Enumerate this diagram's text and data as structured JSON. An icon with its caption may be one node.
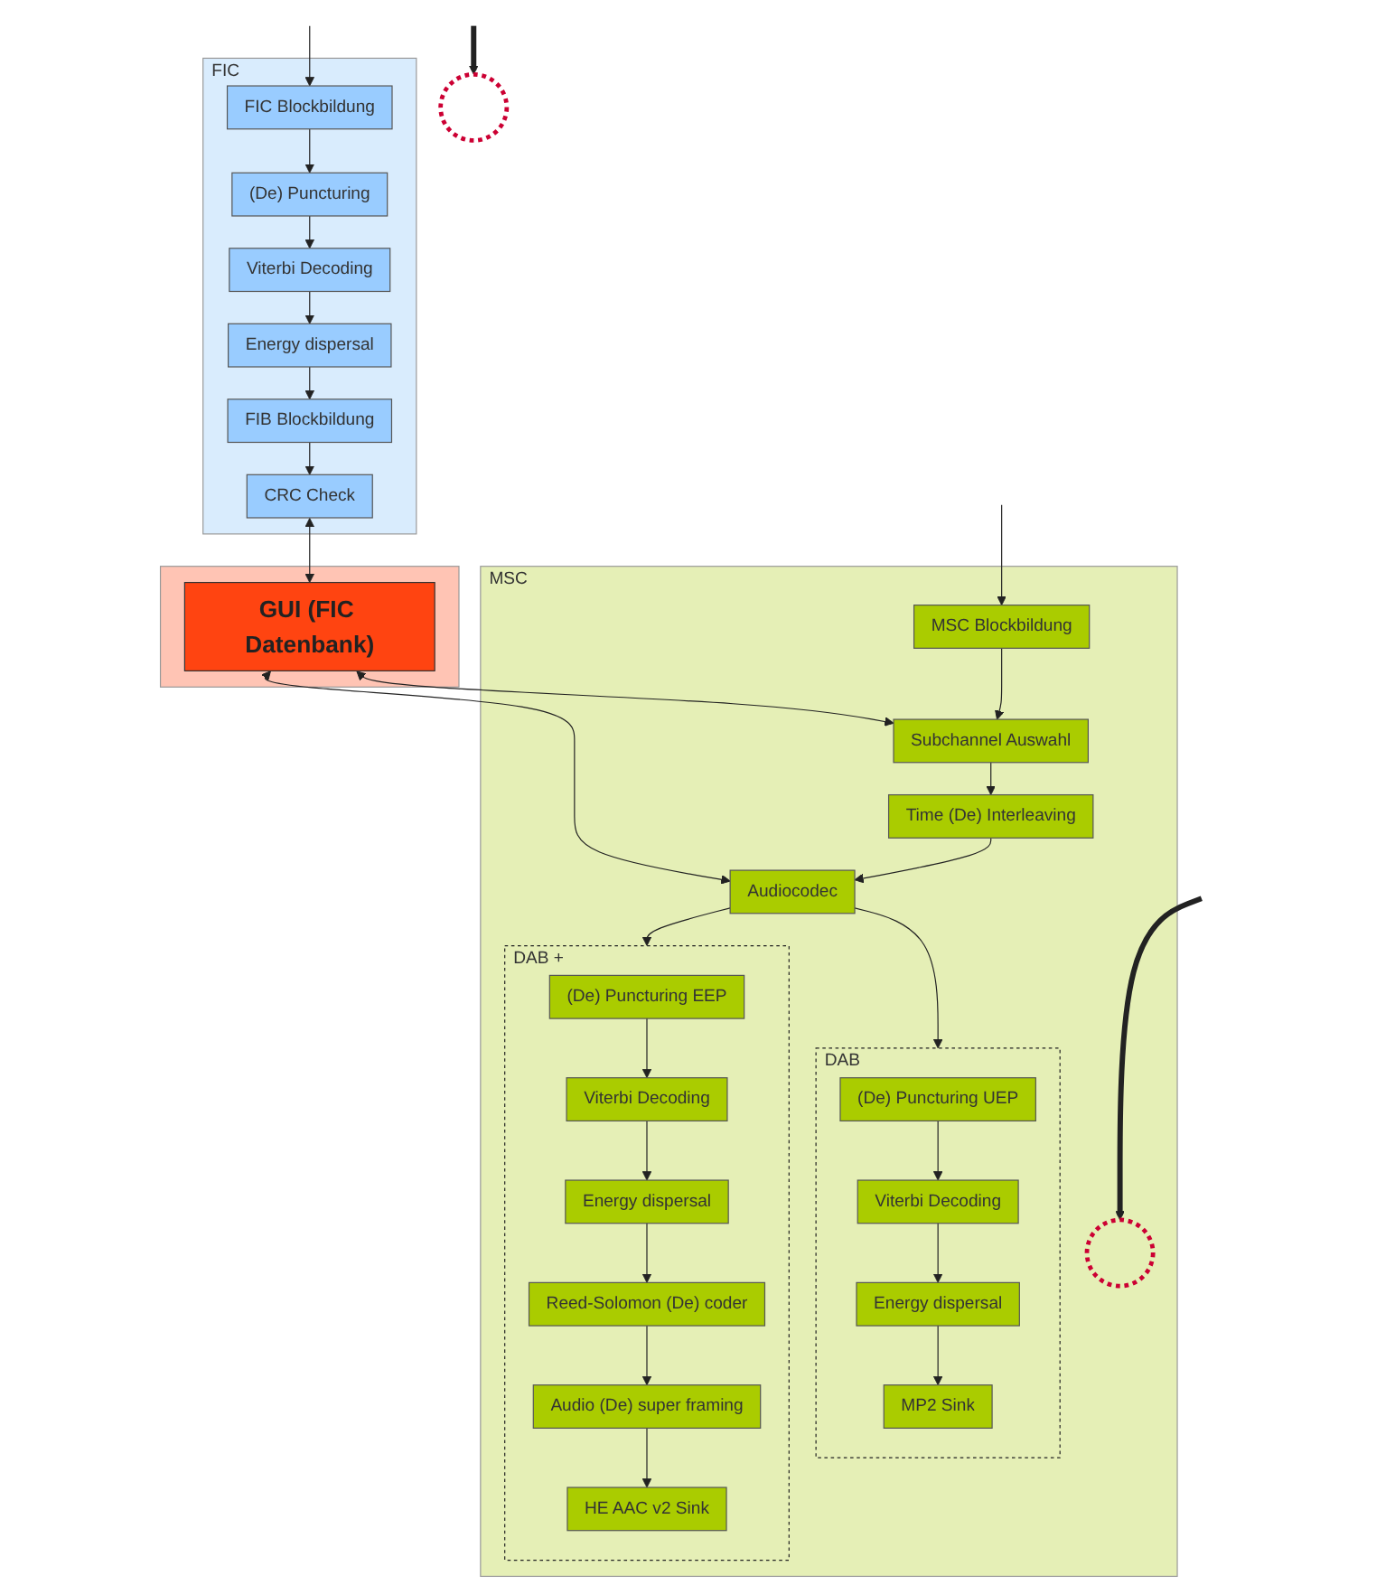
{
  "diagram": {
    "nodes": [
      {
        "text": [
          "FIC"
        ]
      },
      {
        "text": [
          "FIC Blockbildung"
        ],
        "in": 0
      },
      {
        "text": [
          "(De) Puncturing"
        ],
        "in": 0
      },
      {
        "text": [
          "Viterbi Decoding"
        ],
        "in": 0
      },
      {
        "text": [
          "Energy dispersal"
        ],
        "in": 0
      },
      {
        "text": [
          "FIB Blockbildung"
        ],
        "in": 0
      },
      {
        "text": [
          "CRC Check"
        ],
        "in": 0
      },
      {
        "text": [],
        "shape": "circle"
      },
      {
        "text": [],
        "shape": "band"
      },
      {
        "text": [
          "GUI (FIC Datenbank)"
        ],
        "in": 8
      },
      {
        "text": [
          "MSC"
        ]
      },
      {
        "text": [
          "MSC Blockbildung"
        ],
        "in": 10
      },
      {
        "text": [
          "Subchannel Auswahl"
        ],
        "in": 10
      },
      {
        "text": [
          "Time (De) Interleaving"
        ],
        "in": 10
      },
      {
        "text": [
          "Audiocodec"
        ],
        "in": 10
      },
      {
        "text": [
          "DAB"
        ],
        "in": 10
      },
      {
        "text": [
          "(De) Puncturing UEP"
        ],
        "in": 15
      },
      {
        "text": [
          "Viterbi Decoding"
        ],
        "in": 15
      },
      {
        "text": [
          "Energy dispersal"
        ],
        "in": 15
      },
      {
        "text": [
          "MP2 Sink"
        ],
        "in": 15
      },
      {
        "text": [
          "DAB +"
        ],
        "in": 10
      },
      {
        "text": [
          "(De) Puncturing EEP"
        ],
        "in": 20
      },
      {
        "text": [
          "Viterbi Decoding"
        ],
        "in": 20
      },
      {
        "text": [
          "Energy dispersal"
        ],
        "in": 20
      },
      {
        "text": [
          "Reed-Solomon (De) coder"
        ],
        "in": 20
      },
      {
        "text": [
          "Audio (De) super framing"
        ],
        "in": 20
      },
      {
        "text": [
          "HE AAC v2 Sink"
        ],
        "in": 20
      },
      {
        "text": [],
        "shape": "circle",
        "in": 10
      }
    ],
    "edges": [
      {
        "from": null,
        "to": 1,
        "arrow": "to"
      },
      {
        "from": null,
        "to": 11,
        "arrow": "to"
      },
      {
        "from": 1,
        "to": 2,
        "arrow": "to"
      },
      {
        "from": 2,
        "to": 3,
        "arrow": "to"
      },
      {
        "from": 3,
        "to": 4,
        "arrow": "to"
      },
      {
        "from": 4,
        "to": 5,
        "arrow": "to"
      },
      {
        "from": 5,
        "to": 6,
        "arrow": "to"
      },
      {
        "from": 6,
        "to": 9,
        "arrow": "both"
      },
      {
        "from": 9,
        "to": 12,
        "arrow": "both"
      },
      {
        "from": 9,
        "to": 14,
        "arrow": "both"
      },
      {
        "from": 11,
        "to": 12,
        "arrow": "to"
      },
      {
        "from": 12,
        "to": 13,
        "arrow": "to"
      },
      {
        "from": 13,
        "to": 14,
        "arrow": "to"
      },
      {
        "from": 14,
        "to": 15,
        "arrow": "to"
      },
      {
        "from": 14,
        "to": 20,
        "arrow": "to"
      },
      {
        "from": 16,
        "to": 17,
        "arrow": "to"
      },
      {
        "from": 17,
        "to": 18,
        "arrow": "to"
      },
      {
        "from": 18,
        "to": 19,
        "arrow": "to"
      },
      {
        "from": 21,
        "to": 22,
        "arrow": "to"
      },
      {
        "from": 22,
        "to": 23,
        "arrow": "to"
      },
      {
        "from": 23,
        "to": 24,
        "arrow": "to"
      },
      {
        "from": 24,
        "to": 25,
        "arrow": "to"
      },
      {
        "from": 25,
        "to": 26,
        "arrow": "to"
      },
      {
        "from": null,
        "to": 7,
        "arrow": "to",
        "style": "thick"
      },
      {
        "from": null,
        "to": 27,
        "arrow": "to",
        "style": "thick"
      }
    ]
  }
}
